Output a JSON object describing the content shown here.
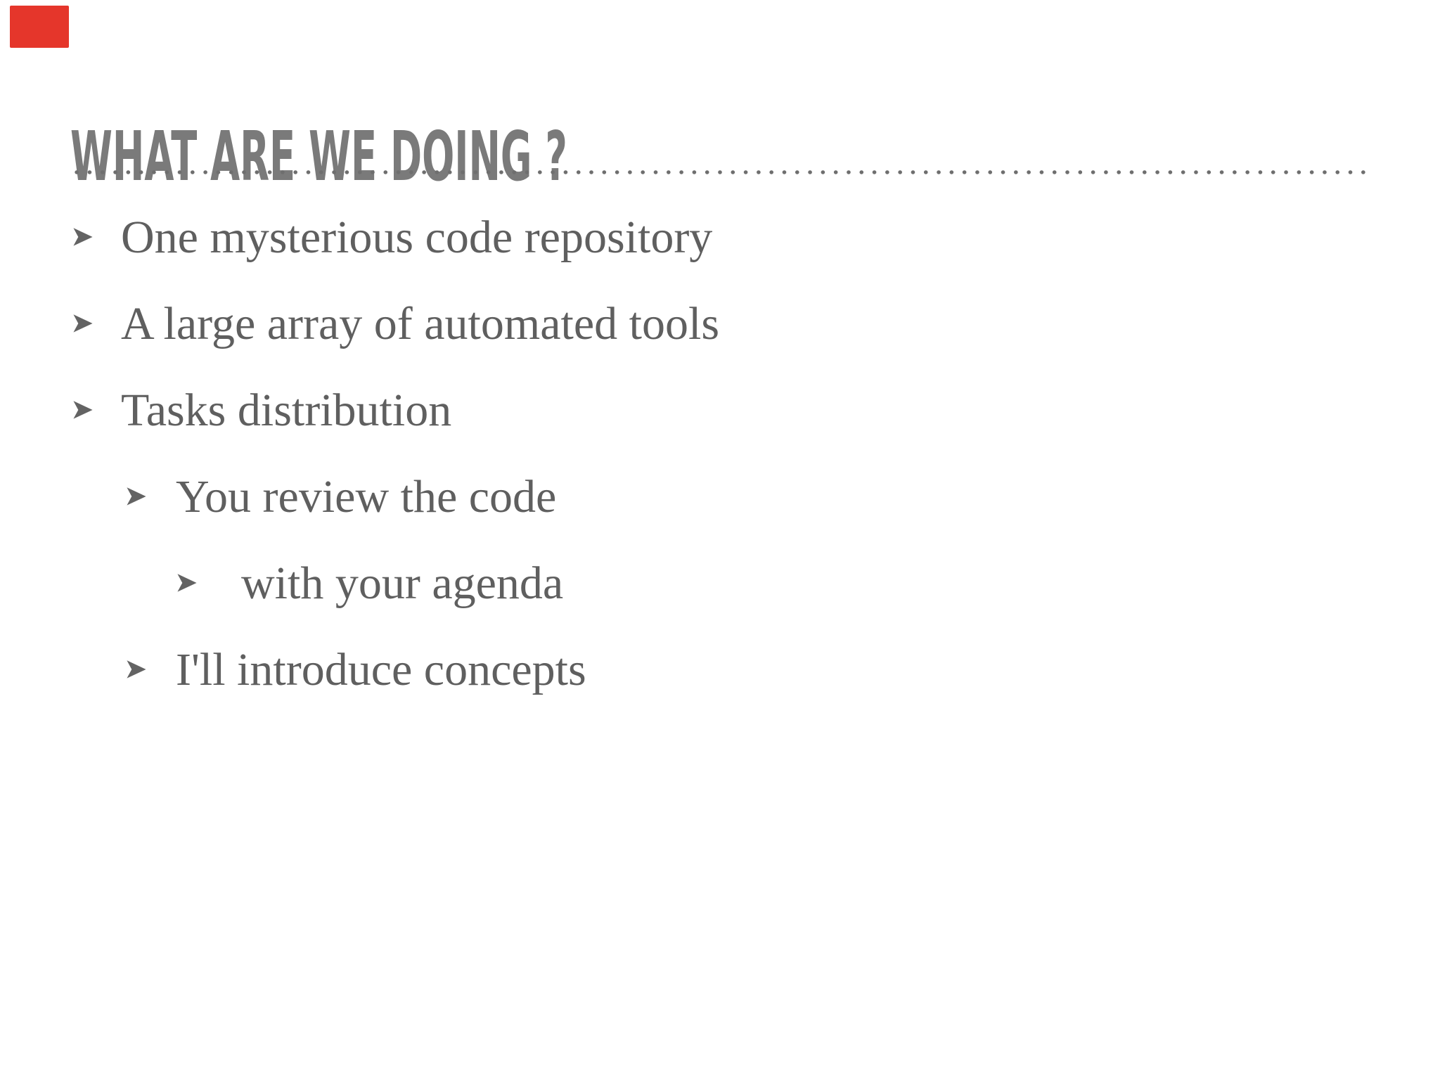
{
  "slide": {
    "title": "WHAT ARE WE DOING ?",
    "bullet_glyph": "➤",
    "bullets": [
      {
        "level": 1,
        "text": "One mysterious code repository"
      },
      {
        "level": 1,
        "text": "A large array of automated tools"
      },
      {
        "level": 1,
        "text": "Tasks distribution"
      },
      {
        "level": 2,
        "text": "You review the code"
      },
      {
        "level": 3,
        "text": "with your agenda"
      },
      {
        "level": 2,
        "text": "I'll introduce concepts"
      }
    ]
  },
  "colors": {
    "background": "#ffffff",
    "title": "#7a7a7a",
    "body_text": "#5f5f5f",
    "bullet_arrow": "#636363",
    "dotted_divider": "#6e6e6e",
    "corner_marker": "#e5362b"
  }
}
